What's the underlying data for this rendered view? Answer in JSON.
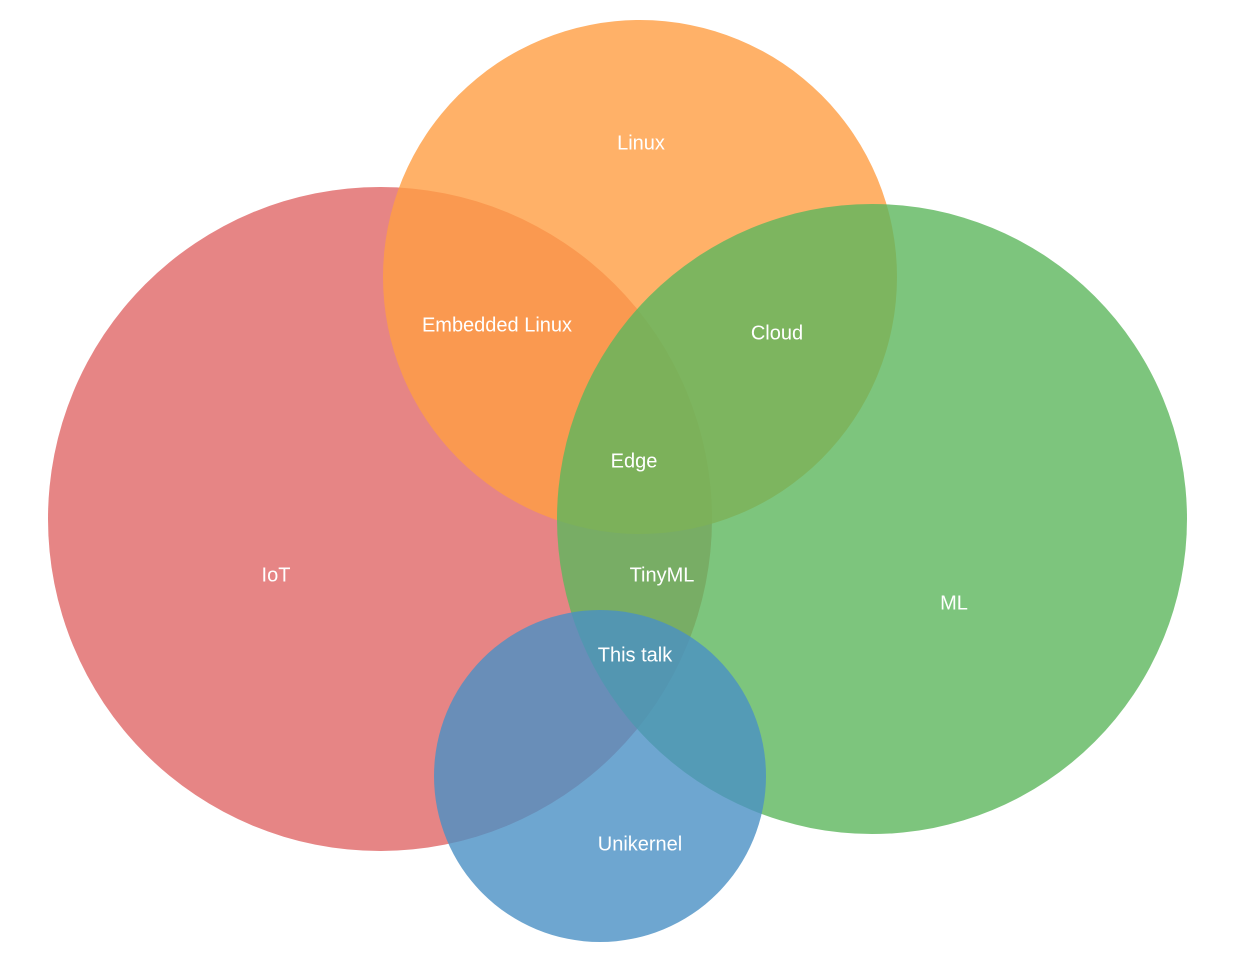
{
  "diagram": {
    "type": "venn",
    "sets": [
      {
        "id": "iot",
        "label": "IoT",
        "color": "#E06666"
      },
      {
        "id": "linux",
        "label": "Linux",
        "color": "#FF9E42"
      },
      {
        "id": "ml",
        "label": "ML",
        "color": "#5CB65C"
      },
      {
        "id": "unikernel",
        "label": "Unikernel",
        "color": "#4A90C4"
      }
    ],
    "opacity": 0.8,
    "intersections": [
      {
        "sets": [
          "iot",
          "linux"
        ],
        "label": "Embedded Linux"
      },
      {
        "sets": [
          "linux",
          "ml"
        ],
        "label": "Cloud"
      },
      {
        "sets": [
          "iot",
          "linux",
          "ml"
        ],
        "label": "Edge"
      },
      {
        "sets": [
          "iot",
          "ml"
        ],
        "label": "TinyML"
      },
      {
        "sets": [
          "iot",
          "ml",
          "unikernel"
        ],
        "label": "This talk"
      }
    ]
  }
}
